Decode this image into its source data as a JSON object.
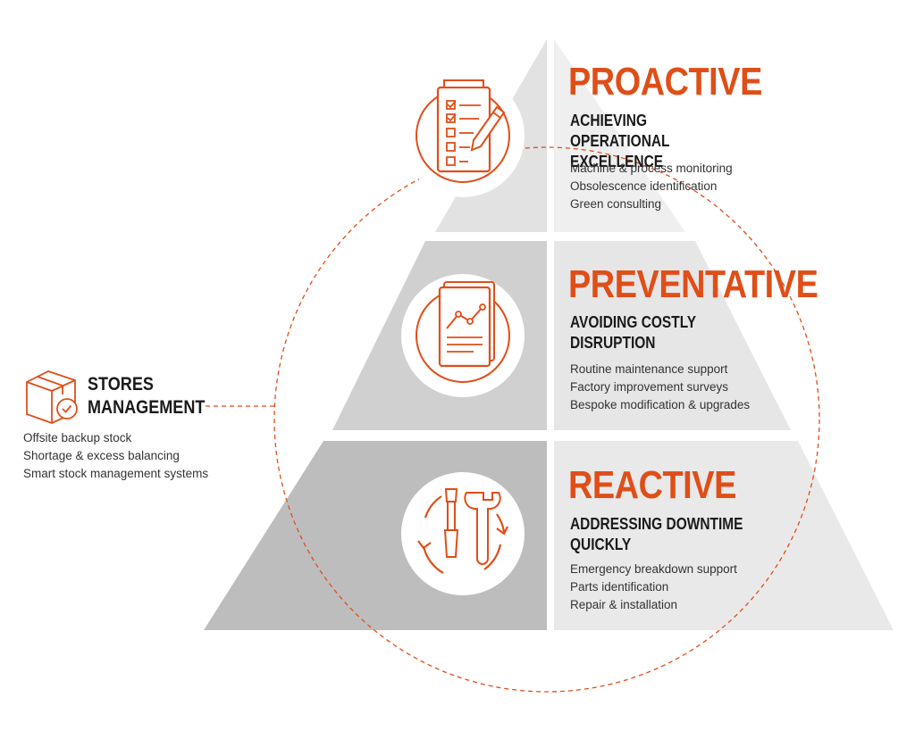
{
  "colors": {
    "accent": "#e04e18",
    "tier_dark": "#bdbdbd",
    "tier_mid": "#d4d4d4",
    "tier_light": "#e9e9e9",
    "text": "#333333"
  },
  "tiers": [
    {
      "id": "proactive",
      "title": "PROACTIVE",
      "subtitle": "ACHIEVING OPERATIONAL EXCELLENCE",
      "items": [
        "Machine & process monitoring",
        "Obsolescence identification",
        "Green consulting"
      ],
      "icon": "checklist-pencil-icon"
    },
    {
      "id": "preventative",
      "title": "PREVENTATIVE",
      "subtitle": "AVOIDING COSTLY DISRUPTION",
      "items": [
        "Routine maintenance support",
        "Factory improvement surveys",
        "Bespoke modification & upgrades"
      ],
      "icon": "report-chart-icon"
    },
    {
      "id": "reactive",
      "title": "REACTIVE",
      "subtitle": "ADDRESSING DOWNTIME QUICKLY",
      "items": [
        "Emergency breakdown support",
        "Parts identification",
        "Repair & installation"
      ],
      "icon": "tools-cycle-icon"
    }
  ],
  "stores": {
    "title": "STORES MANAGEMENT",
    "items": [
      "Offsite backup stock",
      "Shortage & excess balancing",
      "Smart stock management systems"
    ],
    "icon": "box-check-icon"
  }
}
